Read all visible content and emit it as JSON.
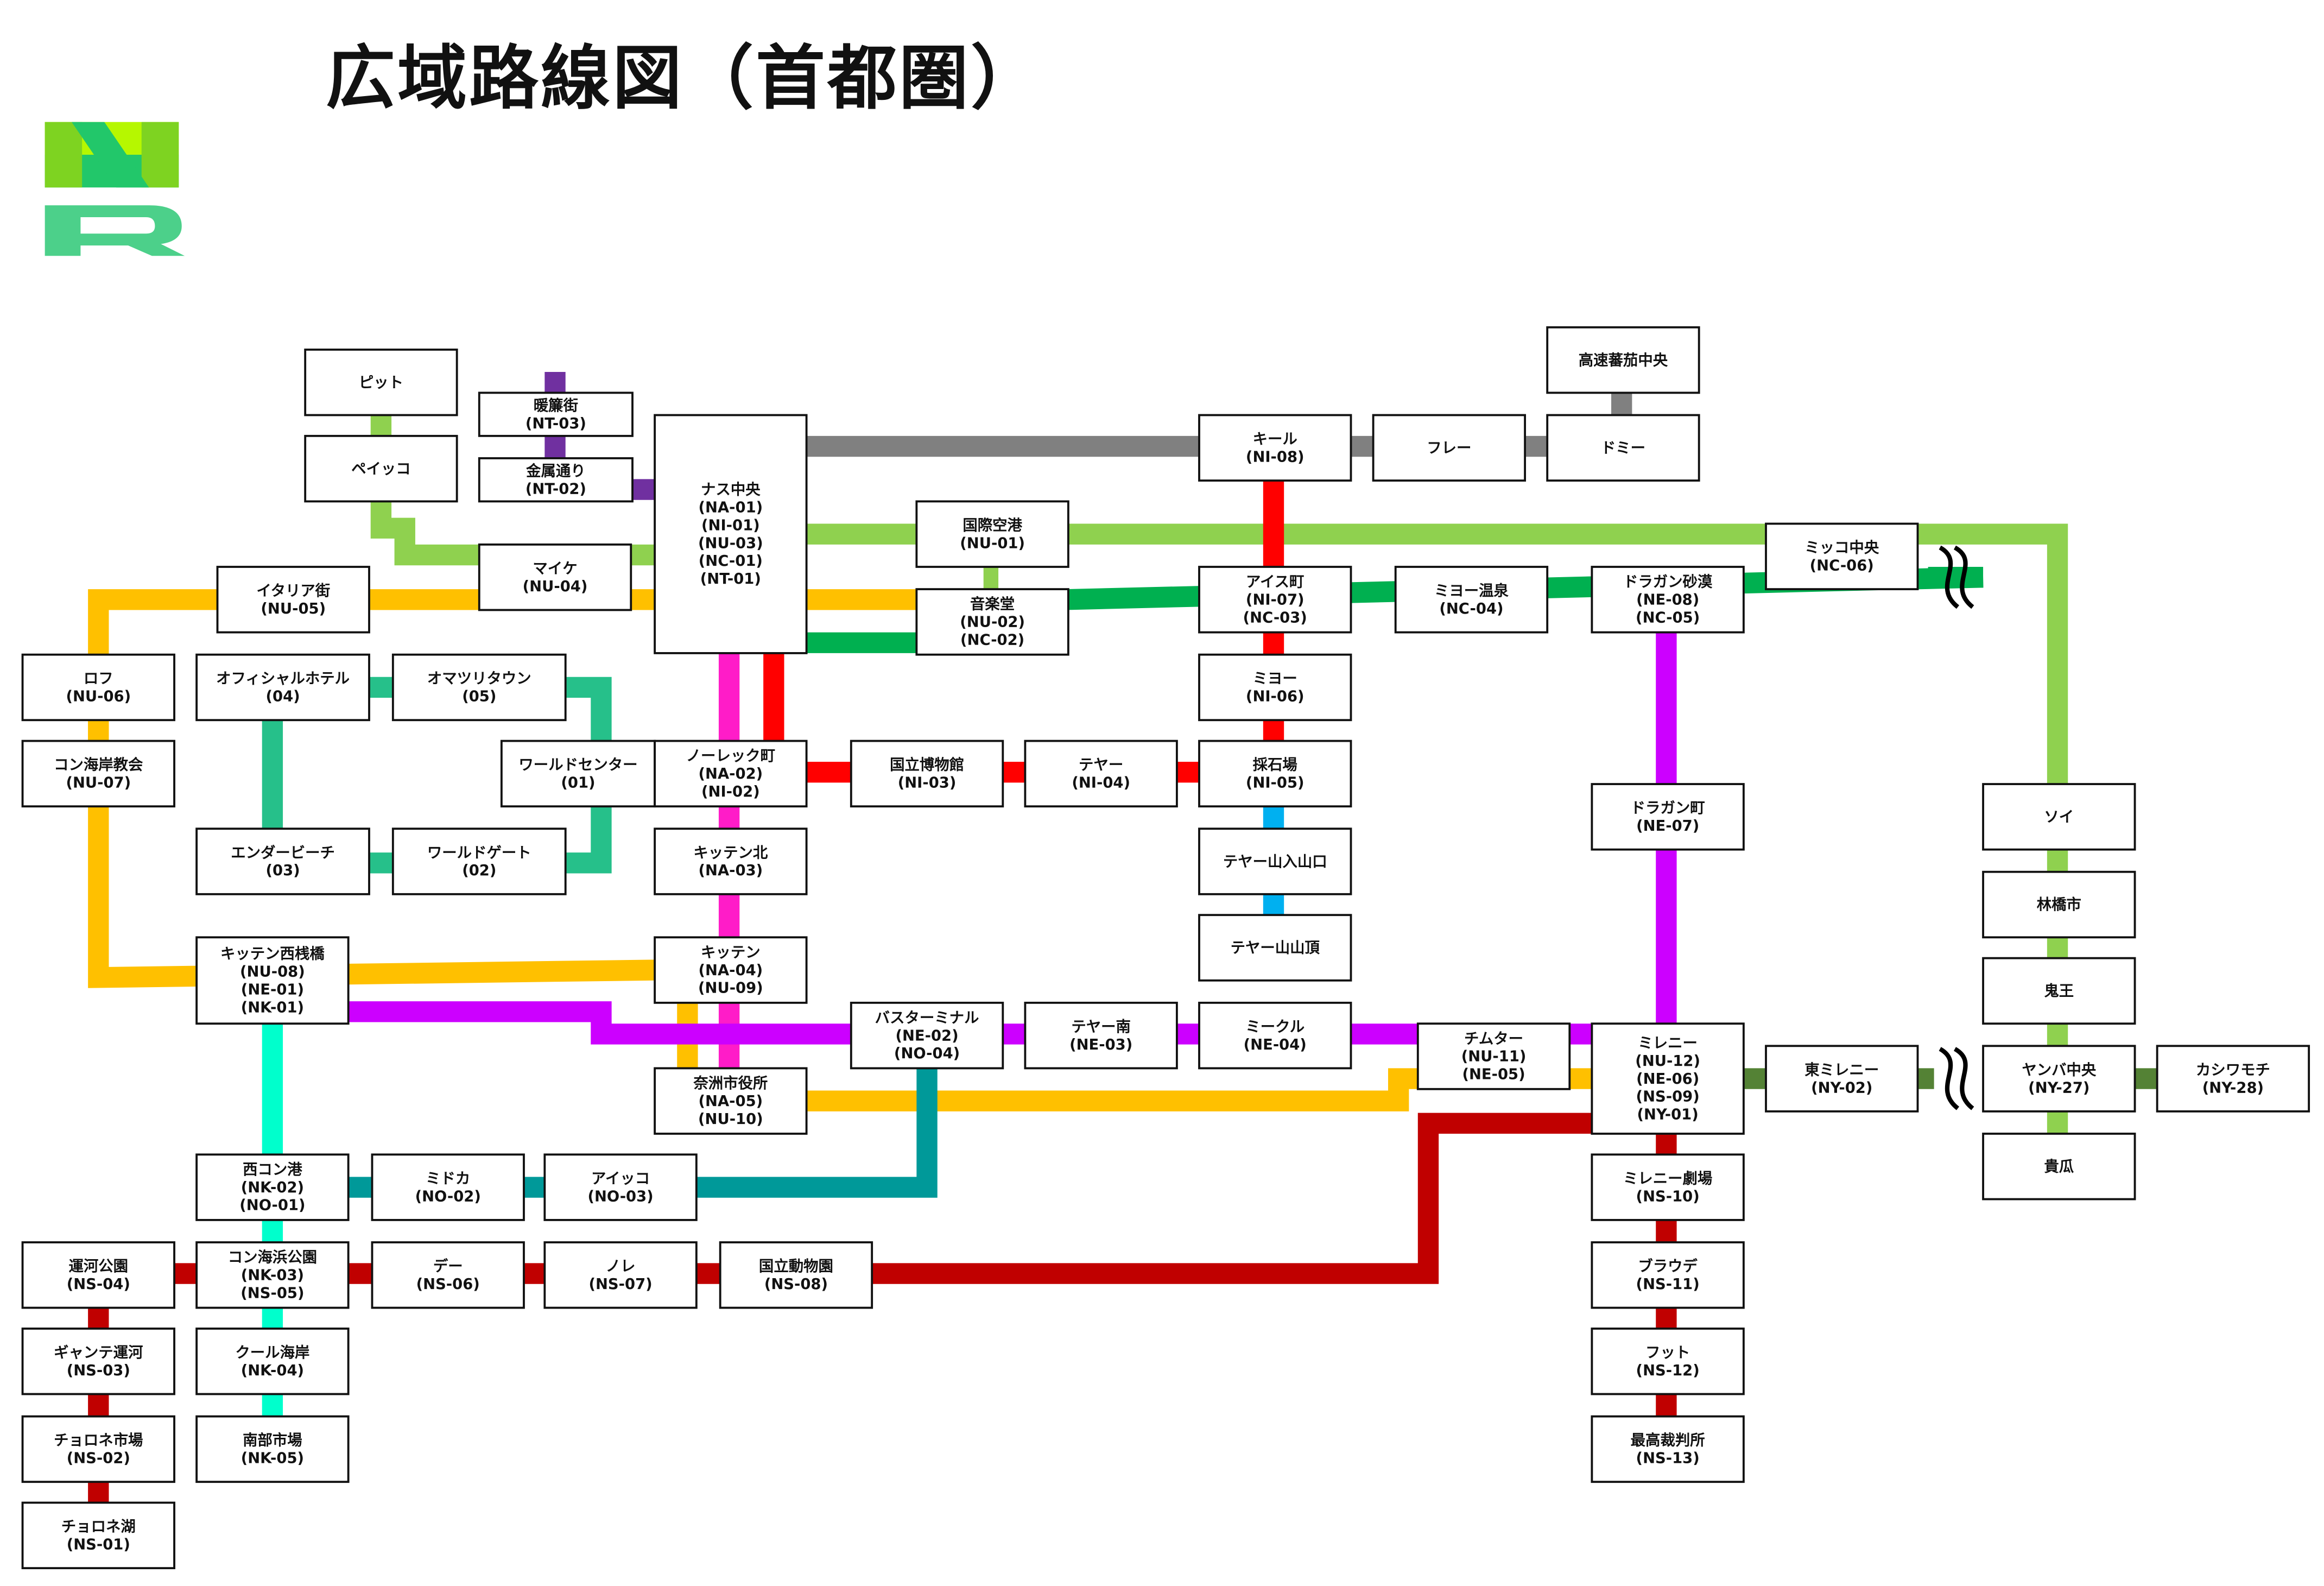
{
  "title": "広域路線図（首都圏）",
  "logo": {
    "text": "NR",
    "colors": [
      "#7ed321",
      "#b6f700",
      "#22c76a"
    ]
  },
  "lines": {
    "NA": "#ff1cc8",
    "NI": "#ff0000",
    "NU": "#8fd14f",
    "NC": "#00b050",
    "NT": "#7030a0",
    "NE": "#cc00ff",
    "NO": "#009999",
    "NK": "#00ffcc",
    "NS": "#c00000",
    "NY": "#548235",
    "ORANGE": "#ffc000",
    "GRAY": "#808080",
    "TEAL": "#26c08a",
    "SKY": "#00b0f0"
  },
  "stations": {
    "pit": [
      "ピット"
    ],
    "peikko": [
      "ペイッコ"
    ],
    "nt03": [
      "暖簾街",
      "(NT-03)"
    ],
    "nt02": [
      "金属通り",
      "(NT-02)"
    ],
    "nasu": [
      "ナス中央",
      "(NA-01)",
      "(NI-01)",
      "(NU-03)",
      "(NC-01)",
      "(NT-01)"
    ],
    "maike": [
      "マイケ",
      "(NU-04)"
    ],
    "italia": [
      "イタリア街",
      "(NU-05)"
    ],
    "rofu": [
      "ロフ",
      "(NU-06)"
    ],
    "kon_church": [
      "コン海岸教会",
      "(NU-07)"
    ],
    "official": [
      "オフィシャルホテル",
      "(04)"
    ],
    "omatsuri": [
      "オマツリタウン",
      "(05)"
    ],
    "wcenter": [
      "ワールドセンター",
      "(01)"
    ],
    "ender": [
      "エンダービーチ",
      "(03)"
    ],
    "wgate": [
      "ワールドゲート",
      "(02)"
    ],
    "norek": [
      "ノーレック町",
      "(NA-02)",
      "(NI-02)"
    ],
    "kitten_n": [
      "キッテン北",
      "(NA-03)"
    ],
    "kitten": [
      "キッテン",
      "(NA-04)",
      "(NU-09)"
    ],
    "kitten_w": [
      "キッテン西桟橋",
      "(NU-08)",
      "(NE-01)",
      "(NK-01)"
    ],
    "nasu_city": [
      "奈洲市役所",
      "(NA-05)",
      "(NU-10)"
    ],
    "kokusai": [
      "国際空港",
      "(NU-01)"
    ],
    "ongakudo": [
      "音楽堂",
      "(NU-02)",
      "(NC-02)"
    ],
    "museum": [
      "国立博物館",
      "(NI-03)"
    ],
    "teya": [
      "テヤー",
      "(NI-04)"
    ],
    "kiru": [
      "キール",
      "(NI-08)"
    ],
    "fure": [
      "フレー"
    ],
    "domi": [
      "ドミー"
    ],
    "kousoku": [
      "高速蕃茄中央"
    ],
    "aisu": [
      "アイス町",
      "(NI-07)",
      "(NC-03)"
    ],
    "miyo_onsen": [
      "ミヨー温泉",
      "(NC-04)"
    ],
    "dragon_sand": [
      "ドラガン砂漠",
      "(NE-08)",
      "(NC-05)"
    ],
    "mikko": [
      "ミッコ中央",
      "(NC-06)"
    ],
    "miyo": [
      "ミヨー",
      "(NI-06)"
    ],
    "saiseki": [
      "採石場",
      "(NI-05)"
    ],
    "teya_entry": [
      "テヤー山入山口"
    ],
    "teya_top": [
      "テヤー山山頂"
    ],
    "dragon_town": [
      "ドラガン町",
      "(NE-07)"
    ],
    "soi": [
      "ソイ"
    ],
    "rinkyo": [
      "林橋市"
    ],
    "kio": [
      "鬼王"
    ],
    "yanba": [
      "ヤンバ中央",
      "(NY-27)"
    ],
    "kashiwa": [
      "カシワモチ",
      "(NY-28)"
    ],
    "kiuri": [
      "貴瓜"
    ],
    "higashi_mil": [
      "東ミレニー",
      "(NY-02)"
    ],
    "millenni": [
      "ミレニー",
      "(NU-12)",
      "(NE-06)",
      "(NS-09)",
      "(NY-01)"
    ],
    "chimuta": [
      "チムター",
      "(NU-11)",
      "(NE-05)"
    ],
    "mikuru": [
      "ミークル",
      "(NE-04)"
    ],
    "teya_s": [
      "テヤー南",
      "(NE-03)"
    ],
    "bus": [
      "バスターミナル",
      "(NE-02)",
      "(NO-04)"
    ],
    "nishikon": [
      "西コン港",
      "(NK-02)",
      "(NO-01)"
    ],
    "midoka": [
      "ミドカ",
      "(NO-02)"
    ],
    "aikko": [
      "アイッコ",
      "(NO-03)"
    ],
    "unga": [
      "運河公園",
      "(NS-04)"
    ],
    "konkaihin": [
      "コン海浜公園",
      "(NK-03)",
      "(NS-05)"
    ],
    "de": [
      "デー",
      "(NS-06)"
    ],
    "nore": [
      "ノレ",
      "(NS-07)"
    ],
    "zoo": [
      "国立動物園",
      "(NS-08)"
    ],
    "mil_theater": [
      "ミレニー劇場",
      "(NS-10)"
    ],
    "braude": [
      "ブラウデ",
      "(NS-11)"
    ],
    "futto": [
      "フット",
      "(NS-12)"
    ],
    "court": [
      "最高裁判所",
      "(NS-13)"
    ],
    "gyante": [
      "ギャンテ運河",
      "(NS-03)"
    ],
    "kuru": [
      "クール海岸",
      "(NK-04)"
    ],
    "choro_m": [
      "チョロネ市場",
      "(NS-02)"
    ],
    "nanbu": [
      "南部市場",
      "(NK-05)"
    ],
    "choro_l": [
      "チョロネ湖",
      "(NS-01)"
    ]
  }
}
